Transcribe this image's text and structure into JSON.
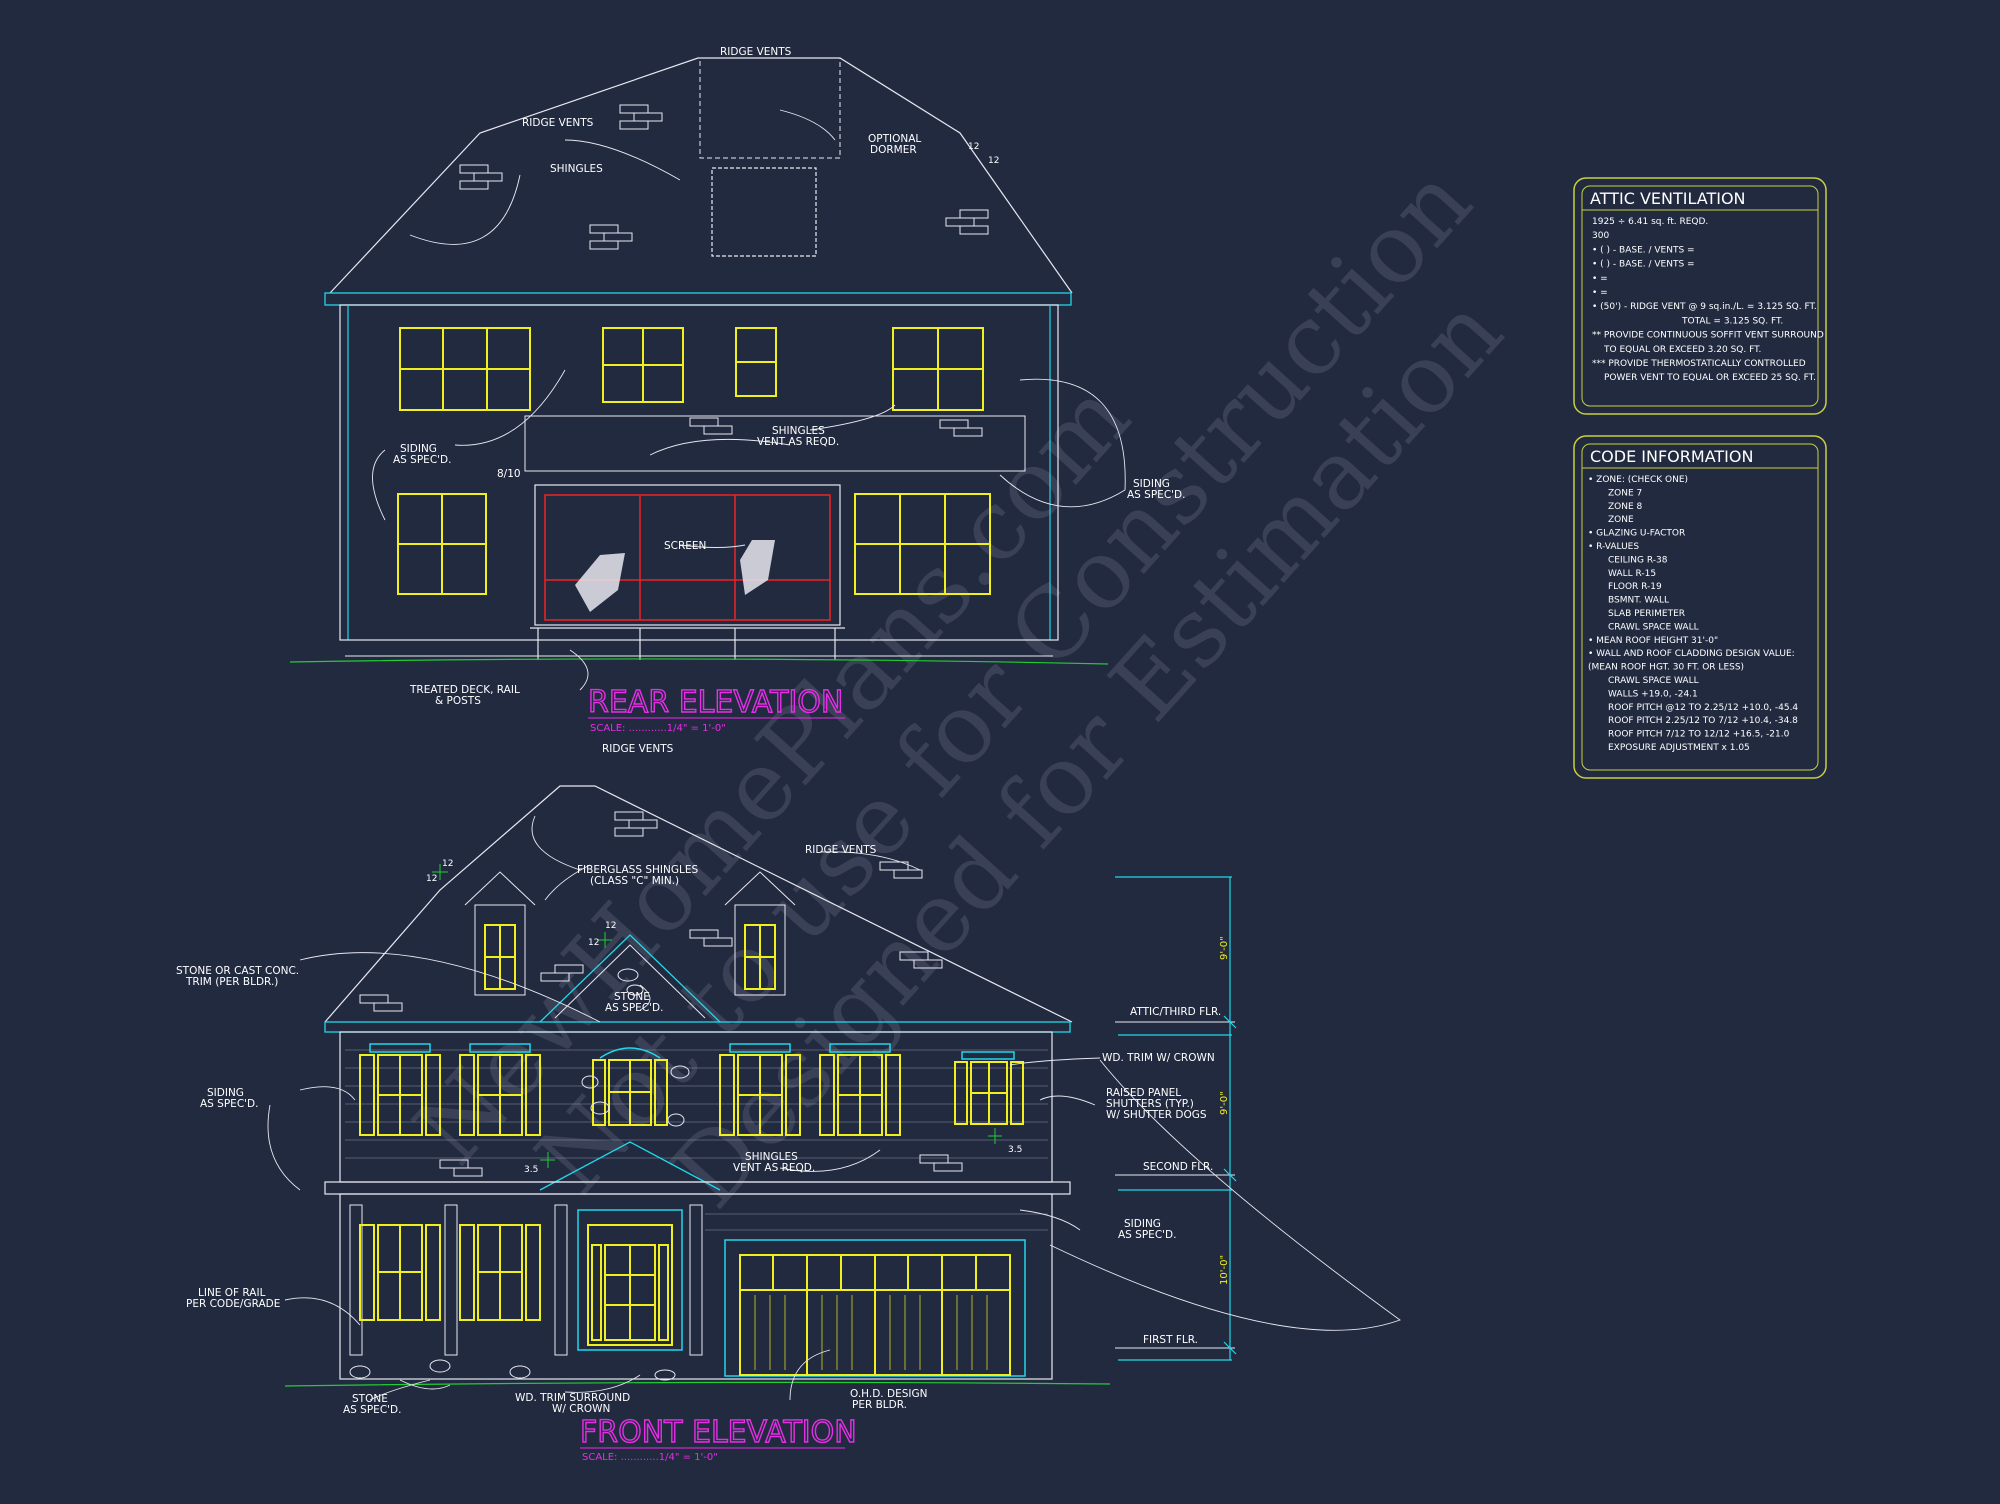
{
  "watermark": {
    "line1": "NewHomePlans.com",
    "line2": "Not to use for Construction",
    "line3": "Designed for Estimation"
  },
  "rear_elevation": {
    "title": "REAR ELEVATION",
    "scale": "SCALE: ............1/4\" = 1'-0\"",
    "labels": {
      "ridge_vents_top": "RIDGE VENTS",
      "ridge_vents_left": "RIDGE VENTS",
      "optional_dormer_1": "OPTIONAL",
      "optional_dormer_2": "DORMER",
      "shingles": "SHINGLES",
      "pitch_a": "12",
      "pitch_b": "12",
      "siding_left_1": "SIDING",
      "siding_left_2": "AS SPEC'D.",
      "shingles_vent_1": "SHINGLES",
      "shingles_vent_2": "VENT AS REQD.",
      "pitch_810": "8/10",
      "siding_right_1": "SIDING",
      "siding_right_2": "AS SPEC'D.",
      "screen": "SCREEN",
      "deck_1": "TREATED DECK, RAIL",
      "deck_2": "& POSTS",
      "ridge_vents_below": "RIDGE VENTS"
    }
  },
  "front_elevation": {
    "title": "FRONT ELEVATION",
    "scale": "SCALE: ............1/4\" = 1'-0\"",
    "labels": {
      "ridge_vents": "RIDGE VENTS",
      "fiberglass_1": "FIBERGLASS SHINGLES",
      "fiberglass_2": "(CLASS \"C\" MIN.)",
      "pitch_12a": "12",
      "pitch_12b": "12",
      "pitch_12c": "12",
      "pitch_12d": "12",
      "stone_trim_1": "STONE OR CAST CONC.",
      "stone_trim_2": "TRIM (PER BLDR.)",
      "stone_gable_1": "STONE",
      "stone_gable_2": "AS SPEC'D.",
      "attic_flr": "ATTIC/THIRD FLR.",
      "wd_trim": "WD. TRIM W/ CROWN",
      "siding_left_1": "SIDING",
      "siding_left_2": "AS SPEC'D.",
      "raised_1": "RAISED PANEL",
      "raised_2": "SHUTTERS (TYP.)",
      "raised_3": "W/ SHUTTER DOGS",
      "shingles_vent_1": "SHINGLES",
      "shingles_vent_2": "VENT AS REQD.",
      "pitch_35a": "3.5",
      "pitch_35b": "3.5",
      "second_flr": "SECOND FLR.",
      "siding_right_1": "SIDING",
      "siding_right_2": "AS SPEC'D.",
      "rail_1": "LINE OF RAIL",
      "rail_2": "PER CODE/GRADE",
      "first_flr": "FIRST FLR.",
      "stone_bottom_1": "STONE",
      "stone_bottom_2": "AS SPEC'D.",
      "wd_surround_1": "WD. TRIM SURROUND",
      "wd_surround_2": "W/ CROWN",
      "ohd_1": "O.H.D. DESIGN",
      "ohd_2": "PER BLDR.",
      "dim_upper": "9'-0\"",
      "dim_middle": "9'-0\"",
      "dim_lower": "10'-0\""
    }
  },
  "attic_ventilation": {
    "title": "ATTIC VENTILATION",
    "lines": [
      "1925 ÷ 6.41 sq. ft. REQD.",
      "300",
      "• ( ) -          BASE.   /   VENTS  =",
      "• ( ) -          BASE.   /   VENTS  =",
      "•                                          =",
      "•                                          =",
      "• (50') - RIDGE VENT @ 9 sq.in./L. = 3.125 SQ. FT.",
      "TOTAL      = 3.125 SQ. FT.",
      "** PROVIDE CONTINUOUS SOFFIT VENT SURROUND",
      "TO EQUAL OR EXCEED  3.20 SQ. FT.",
      "*** PROVIDE THERMOSTATICALLY CONTROLLED",
      "POWER VENT TO EQUAL OR EXCEED  25 SQ. FT."
    ]
  },
  "code_information": {
    "title": "CODE INFORMATION",
    "lines": [
      "• ZONE: (CHECK ONE)",
      "ZONE 7",
      "ZONE 8",
      "ZONE",
      "• GLAZING U-FACTOR",
      "• R-VALUES",
      "CEILING            R-38",
      "WALL               R-15",
      "FLOOR              R-19",
      "BSMNT. WALL",
      "SLAB PERIMETER",
      "CRAWL SPACE WALL",
      "• MEAN ROOF HEIGHT  31'-0\"",
      "• WALL AND ROOF CLADDING DESIGN VALUE:",
      "(MEAN ROOF HGT. 30 FT. OR LESS)",
      "CRAWL SPACE WALL",
      "WALLS                       +19.0, -24.1",
      "ROOF PITCH @12 TO 2.25/12  +10.0, -45.4",
      "ROOF PITCH 2.25/12 TO 7/12  +10.4, -34.8",
      "ROOF PITCH 7/12 TO 12/12  +16.5, -21.0",
      "EXPOSURE ADJUSTMENT       x 1.05"
    ]
  },
  "colors": {
    "background": "#222a40",
    "outline": "#e8e8f0",
    "window": "#f0f020",
    "trim": "#20d8e8",
    "title": "#e62ee6",
    "ground": "#22cc33",
    "screen_rail": "#ee2222",
    "table_border": "#c8d040"
  }
}
